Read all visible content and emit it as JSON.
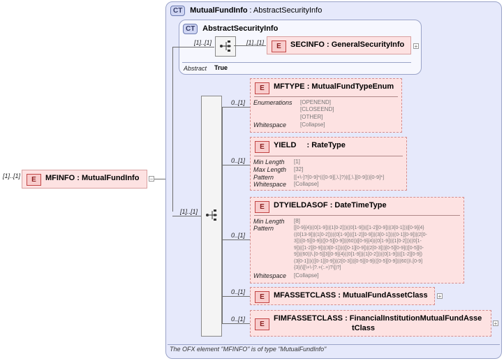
{
  "root": {
    "multiplicity": "[1]..[1]",
    "badge": "E",
    "name": "MFINFO",
    "type": ": MutualFundInfo"
  },
  "complex_type": {
    "badge": "CT",
    "name": "MutualFundInfo",
    "base": ": AbstractSecurityInfo"
  },
  "abstract_type": {
    "badge": "CT",
    "name": "AbstractSecurityInfo",
    "seq_multiplicity": "[1]..[1]",
    "child_multiplicity": "[1]..[1]",
    "child_badge": "E",
    "child_name": "SECINFO",
    "child_type": ": GeneralSecurityInfo",
    "abstract_label": "Abstract",
    "abstract_value": "True"
  },
  "sequence_multiplicity": "[1]..[1]",
  "elements": [
    {
      "badge": "E",
      "name": "MFTYPE",
      "type": ": MutualFundTypeEnum",
      "multiplicity": "0..[1]",
      "props": [
        {
          "label": "Enumerations",
          "values": [
            "[OPENEND]",
            "[CLOSEEND]",
            "[OTHER]"
          ]
        },
        {
          "label": "Whitespace",
          "values": [
            "[Collapse]"
          ]
        }
      ]
    },
    {
      "badge": "E",
      "name": "YIELD",
      "type": ": RateType",
      "multiplicity": "0..[1]",
      "props": [
        {
          "label": "Min Length",
          "values": [
            "[1]"
          ]
        },
        {
          "label": "Max Length",
          "values": [
            "[32]"
          ]
        },
        {
          "label": "Pattern",
          "values": [
            "[[+\\-]?[0-9]*(([0-9][,\\.]?)|([,\\.][0-9]))[0-9]*]"
          ]
        },
        {
          "label": "Whitespace",
          "values": [
            "[Collapse]"
          ]
        }
      ]
    },
    {
      "badge": "E",
      "name": "DTYIELDASOF",
      "type": ": DateTimeType",
      "multiplicity": "0..[1]",
      "props": [
        {
          "label": "Min Length",
          "values": [
            "[8]"
          ]
        },
        {
          "label": "Pattern",
          "values": [
            "[[0-9]{4}((0[1-9])|(1[0-2]))((0[1-9])|([1-2][0-9])|(3[0-1]))|[0-9]{4}",
            "((0[13-9])|(1[0-2]))((0[1-9])|([1-2][0-9])|(3[0-1]))((0-1][0-9])|(2[0-",
            "3]))[0-5][0-9](([0-5][0-9])|(60))|[0-9]{4}((0[1-9])|(1[0-2]))((0[1-",
            "9])|([1-2][0-9])|(3[0-1]))(([0-1][0-9])|(2[0-3]))[0-5][0-9](([0-5][0-",
            "9])|(60))\\.[0-5][3][0-9]{4}((0[1-9])|(1[0-2]))((0[1-9])|([1-2][0-9])",
            "(3[0-1]))(([0-1][0-9])|(2[0-3]))[0-5][0-9](([0-5][0-9])|(60))\\.[0-9]",
            "{3}(\\[[\\+\\-]?.+(:.+)?\\])?]"
          ]
        },
        {
          "label": "Whitespace",
          "values": [
            "[Collapse]"
          ]
        }
      ]
    },
    {
      "badge": "E",
      "name": "MFASSETCLASS",
      "type": ": MutualFundAssetClass",
      "multiplicity": "0..[1]",
      "props": []
    },
    {
      "badge": "E",
      "name": "FIMFASSETCLASS",
      "type_line1": ": FinancialInstitutionMutualFundAsse",
      "type_line2": "tClass",
      "multiplicity": "0..[1]",
      "props": []
    }
  ],
  "footer": "The OFX element \"MFINFO\" is of type \"MutualFundInfo\""
}
